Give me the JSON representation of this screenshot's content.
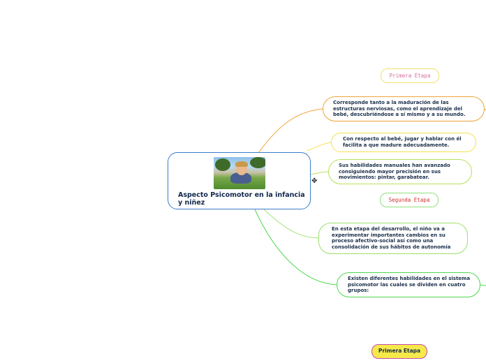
{
  "central_topic": {
    "title": "Aspecto Psicomotor en la infancia y niñez",
    "image": "baby-crawling-photo"
  },
  "labels": {
    "primera_etapa_top": "Primera Etapa",
    "segunda_etapa": "Segunda Etapa",
    "primera_etapa_bottom": "Primera Etapa"
  },
  "topics": [
    {
      "text": "Corresponde tanto a la maduración de las estructuras nerviosas, como el aprendizaje del bebé, descubriéndose a sí mismo y a su mundo.",
      "color": "#f0a33a"
    },
    {
      "text": "Con respecto al bebé, jugar y hablar con él facilita a que madure adecuadamente.",
      "color": "#f2e14a"
    },
    {
      "text": "Sus habilidades manuales han avanzado consiguiendo mayor precisión en sus movimientos: pintar, garabatear.",
      "color": "#b8e05a"
    },
    {
      "text": "En esta etapa del desarrollo, el niño va a experimentar importantes cambios en su proceso afectivo-social así como una consolidación de sus hábitos de autonomía",
      "color": "#9be06a"
    },
    {
      "text": "Existen diferentes habilidades en el sistema psicomotor las cuales se dividen en cuatro grupos:",
      "color": "#4fd84f"
    }
  ],
  "colors": {
    "central_border": "#3a7dc9",
    "bottom_fill": "#f6e94a",
    "bottom_border": "#c44bb0"
  },
  "icons": {
    "cursor": "move-cursor-icon"
  }
}
